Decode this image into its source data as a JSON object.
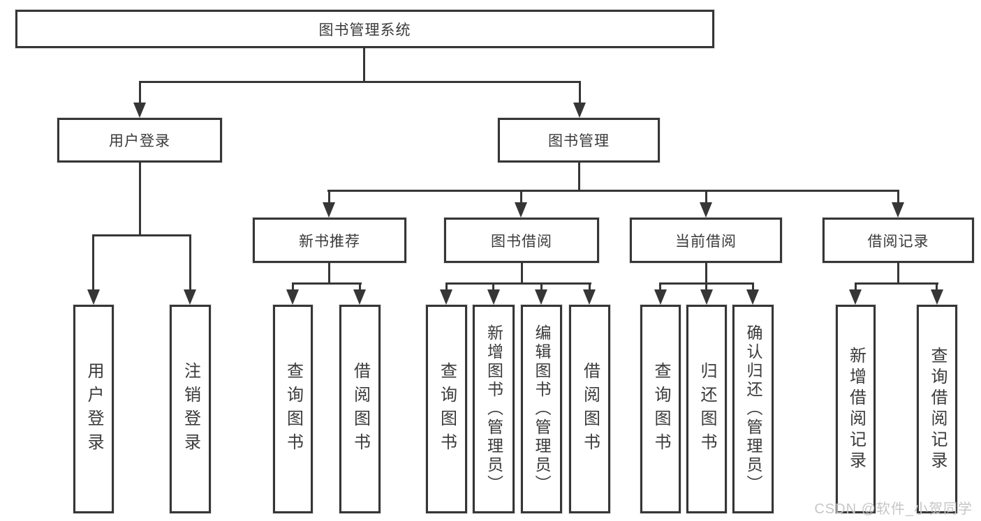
{
  "diagram_title": "图书管理系统",
  "tree": {
    "label": "图书管理系统",
    "children": [
      {
        "label": "用户登录",
        "children": [
          {
            "label": "用户登录"
          },
          {
            "label": "注销登录"
          }
        ]
      },
      {
        "label": "图书管理",
        "children": [
          {
            "label": "新书推荐",
            "children": [
              {
                "label": "查询图书"
              },
              {
                "label": "借阅图书"
              }
            ]
          },
          {
            "label": "图书借阅",
            "children": [
              {
                "label": "查询图书"
              },
              {
                "label": "新增图书（管理员）"
              },
              {
                "label": "编辑图书（管理员）"
              },
              {
                "label": "借阅图书"
              }
            ]
          },
          {
            "label": "当前借阅",
            "children": [
              {
                "label": "查询图书"
              },
              {
                "label": "归还图书"
              },
              {
                "label": "确认归还（管理员）"
              }
            ]
          },
          {
            "label": "借阅记录",
            "children": [
              {
                "label": "新增借阅记录"
              },
              {
                "label": "查询借阅记录"
              }
            ]
          }
        ]
      }
    ]
  },
  "watermark": {
    "text": "CSDN @软件_小贺同学"
  },
  "colors": {
    "line": "#363636",
    "box_border": "#363636",
    "text": "#3a3a3a",
    "background": "#ffffff",
    "watermark": "#c6c6c6"
  }
}
